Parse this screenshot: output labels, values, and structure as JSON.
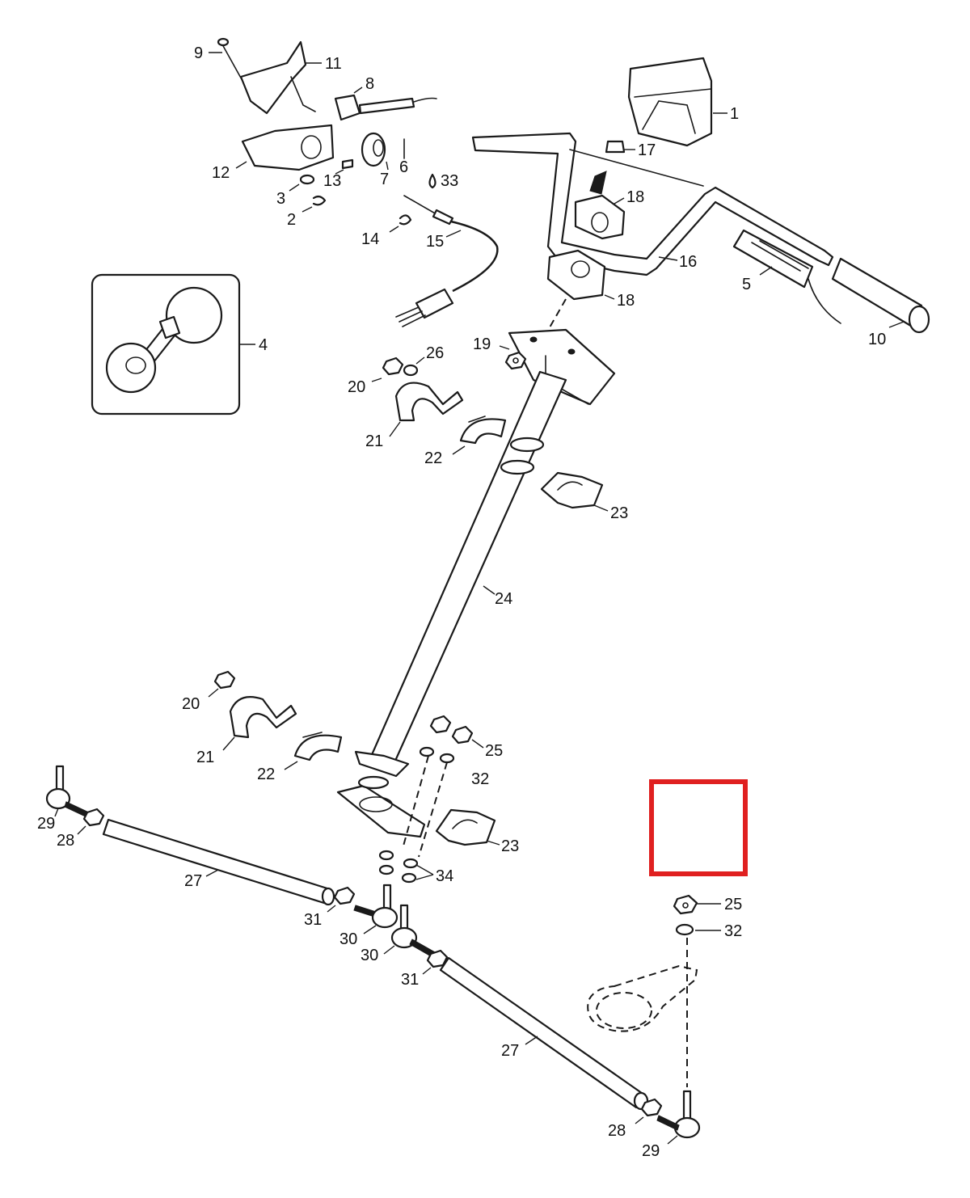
{
  "callouts": {
    "c1": "1",
    "c2": "2",
    "c3": "3",
    "c4": "4",
    "c5": "5",
    "c6": "6",
    "c7": "7",
    "c8": "8",
    "c9": "9",
    "c10": "10",
    "c11": "11",
    "c12": "12",
    "c13": "13",
    "c14": "14",
    "c15": "15",
    "c16": "16",
    "c17": "17",
    "c18a": "18",
    "c18b": "18",
    "c19": "19",
    "c20a": "20",
    "c20b": "20",
    "c21a": "21",
    "c21b": "21",
    "c22a": "22",
    "c22b": "22",
    "c23a": "23",
    "c23b": "23",
    "c24": "24",
    "c25a": "25",
    "c25b": "25",
    "c26": "26",
    "c27a": "27",
    "c27b": "27",
    "c28a": "28",
    "c28b": "28",
    "c29a": "29",
    "c29b": "29",
    "c30a": "30",
    "c30b": "30",
    "c31a": "31",
    "c31b": "31",
    "c32a": "32",
    "c32b": "32",
    "c33": "33",
    "c34": "34"
  },
  "highlight": {
    "color": "#e02020"
  },
  "colors": {
    "line": "#1a1a1a",
    "background": "#ffffff"
  }
}
